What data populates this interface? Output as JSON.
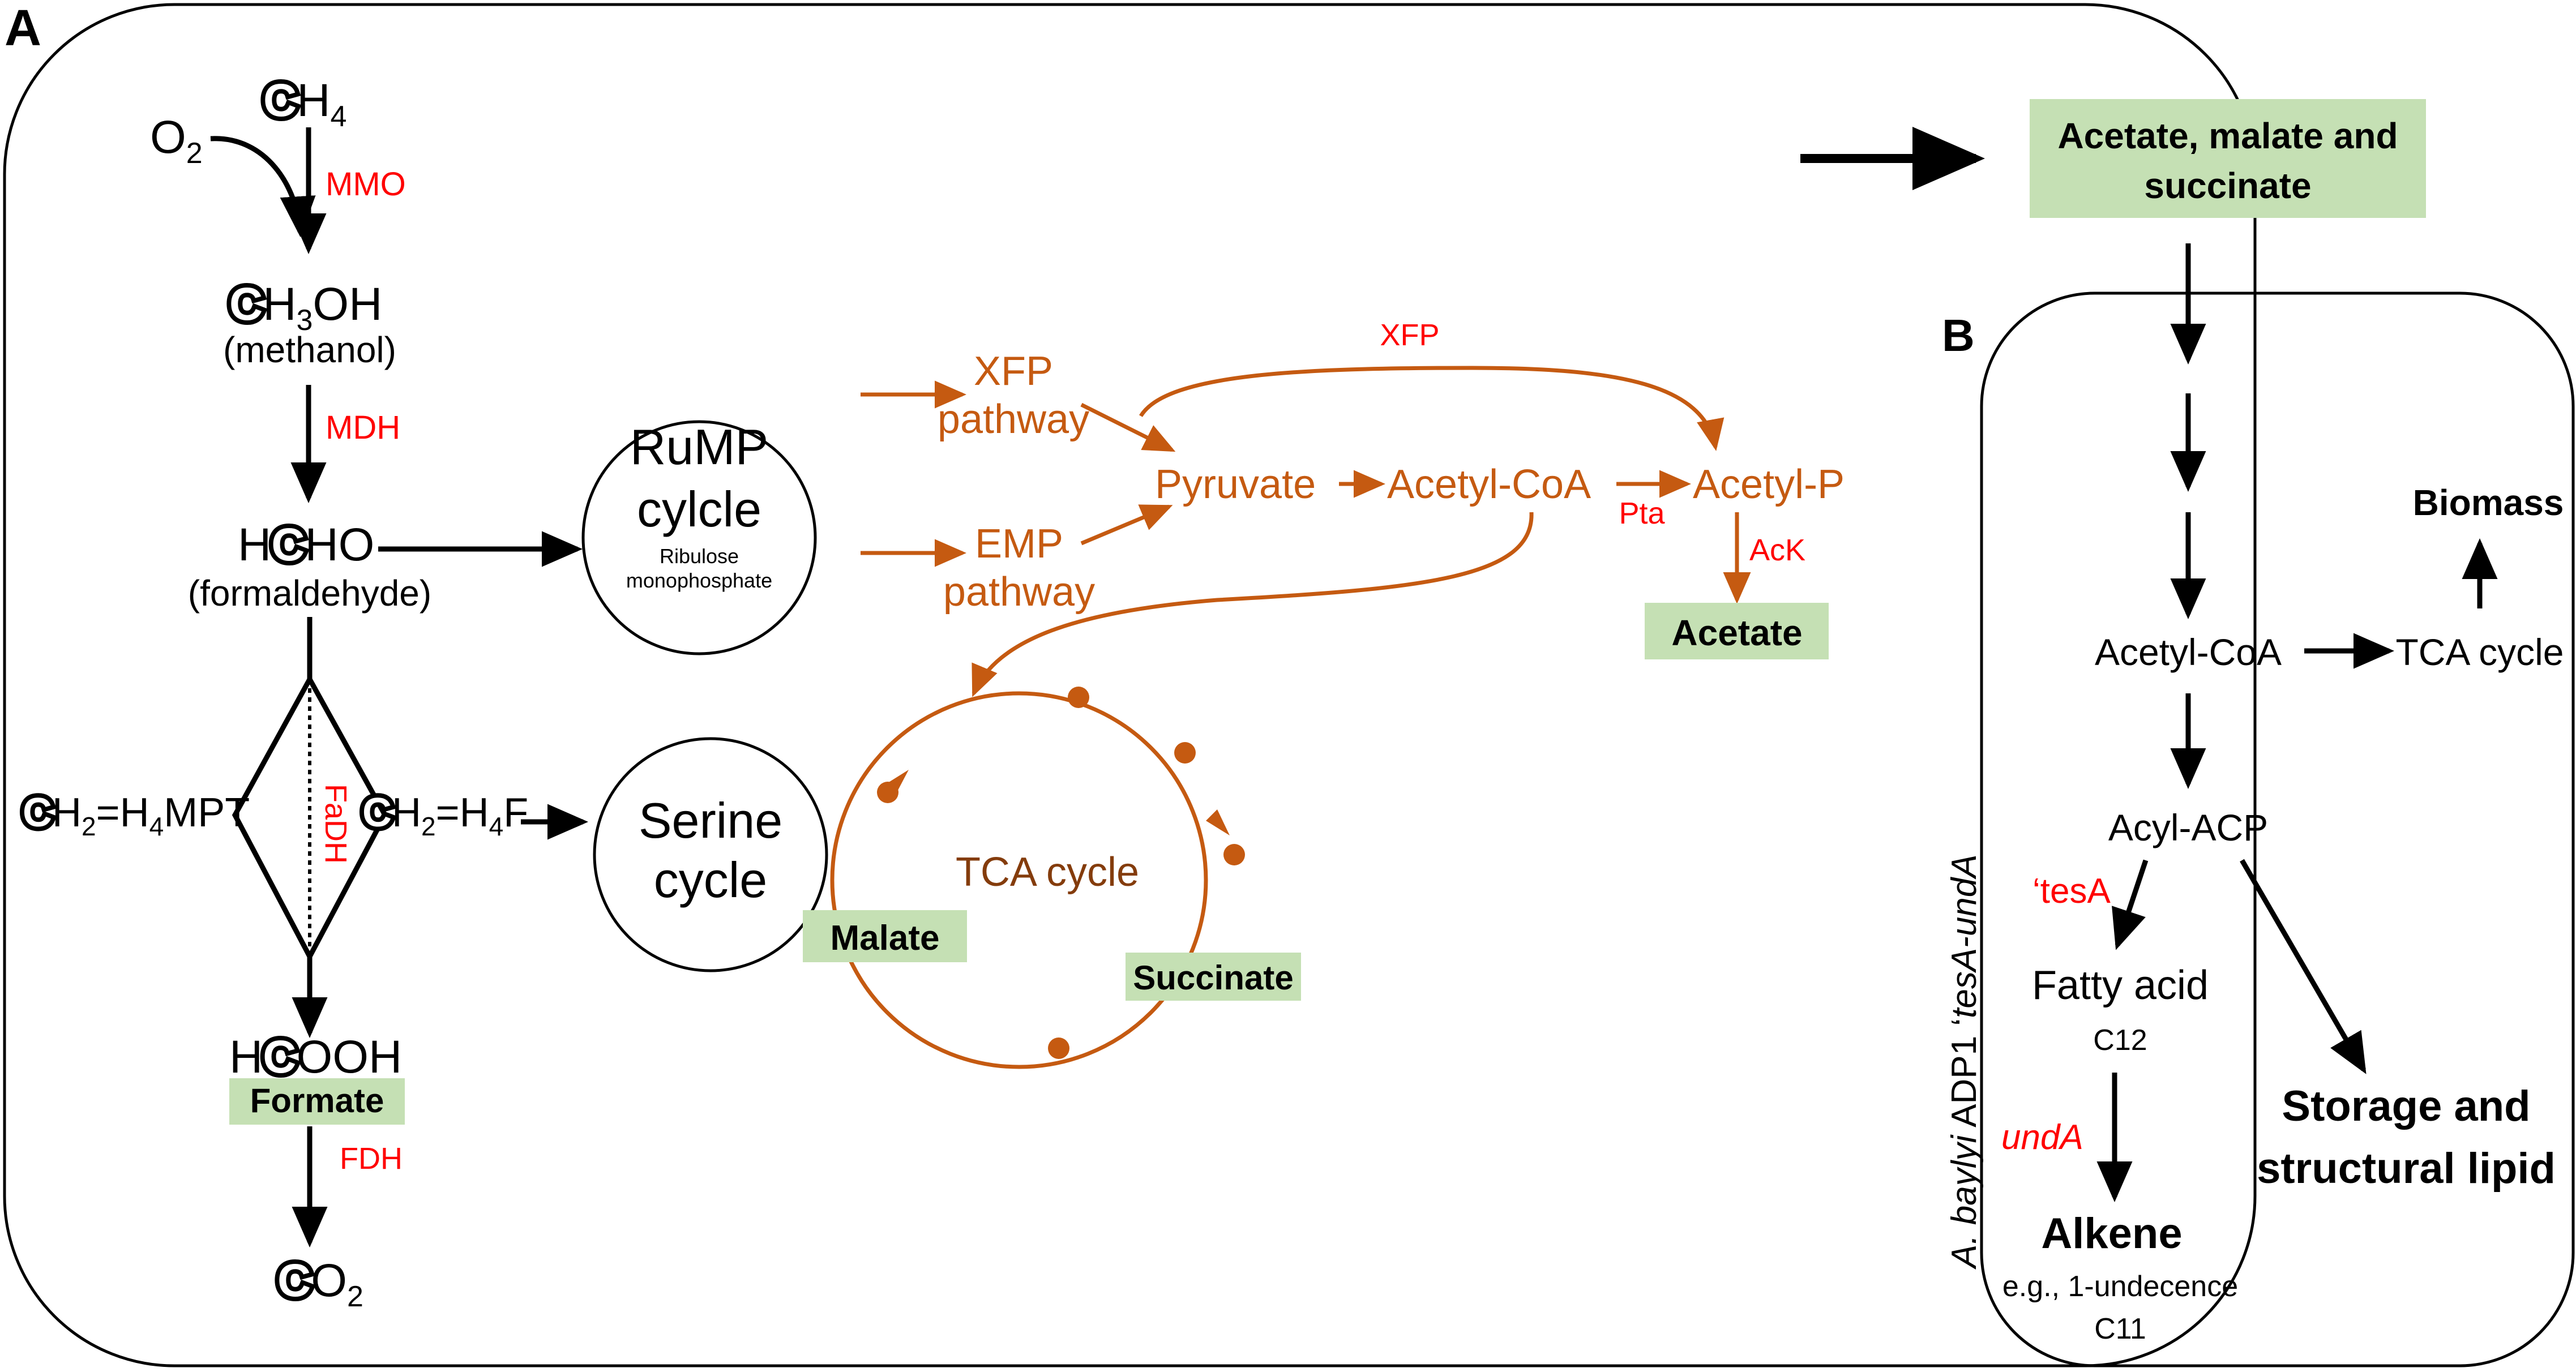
{
  "panels": {
    "a": "A",
    "b": "B"
  },
  "left": {
    "ch4": {
      "c": "C",
      "rest": "H",
      "sub": "4"
    },
    "o2": {
      "main": "O",
      "sub": "2"
    },
    "mmo": "MMO",
    "ch3oh": {
      "c": "C",
      "h": "H",
      "sub": "3",
      "oh": "OH"
    },
    "methanol": "(methanol)",
    "mdh": "MDH",
    "hcho": {
      "h": "H",
      "c": "C",
      "rest": "HO"
    },
    "formaldehyde": "(formaldehyde)",
    "h4mpt": {
      "c": "C",
      "h": "H",
      "sub2": "2",
      "eq": "=H",
      "sub4": "4",
      "rest": "MPT"
    },
    "h4f": {
      "c": "C",
      "h": "H",
      "sub2": "2",
      "eq": "=H",
      "sub4": "4",
      "rest": "F"
    },
    "fadh": "FaDH",
    "hcooh": {
      "h": "H",
      "c": "C",
      "rest": "OOH"
    },
    "formate": "Formate",
    "fdh": "FDH",
    "co2": {
      "c": "C",
      "o": "O",
      "sub": "2"
    }
  },
  "rump": {
    "line1": "RuMP",
    "line2": "cylcle",
    "sub1": "Ribulose",
    "sub2": "monophosphate"
  },
  "serine": {
    "line1": "Serine",
    "line2": "cycle"
  },
  "xfp_pathway": {
    "line1": "XFP",
    "line2": "pathway"
  },
  "emp_pathway": {
    "line1": "EMP",
    "line2": "pathway"
  },
  "xfp_enzyme": "XFP",
  "pyruvate": "Pyruvate",
  "acetyl_coa": "Acetyl-CoA",
  "acetyl_p": "Acetyl-P",
  "pta": "Pta",
  "ack": "AcK",
  "acetate": "Acetate",
  "tca_cycle": "TCA cycle",
  "malate": "Malate",
  "succinate": "Succinate",
  "export": {
    "line1": "Acetate, malate and",
    "line2": "succinate"
  },
  "panel_b": {
    "strain": {
      "species": "A. baylyi",
      "mid": " ADP1 ‘",
      "genes": "tesA-undA"
    },
    "acetyl_coa": "Acetyl-CoA",
    "tca_cycle": "TCA cycle",
    "biomass": "Biomass",
    "acyl_acp": "Acyl-ACP",
    "tesa": "‘tesA",
    "fatty_acid": "Fatty acid",
    "c12": "C12",
    "unda": "undA",
    "alkene": "Alkene",
    "example": "e.g., 1-undecence",
    "c11": "C11",
    "storage": {
      "line1": "Storage and",
      "line2": "structural lipid"
    }
  },
  "colors": {
    "orange": "#C55A11",
    "red": "#FF0000",
    "highlight": "#C5E0B4",
    "black": "#000000"
  }
}
